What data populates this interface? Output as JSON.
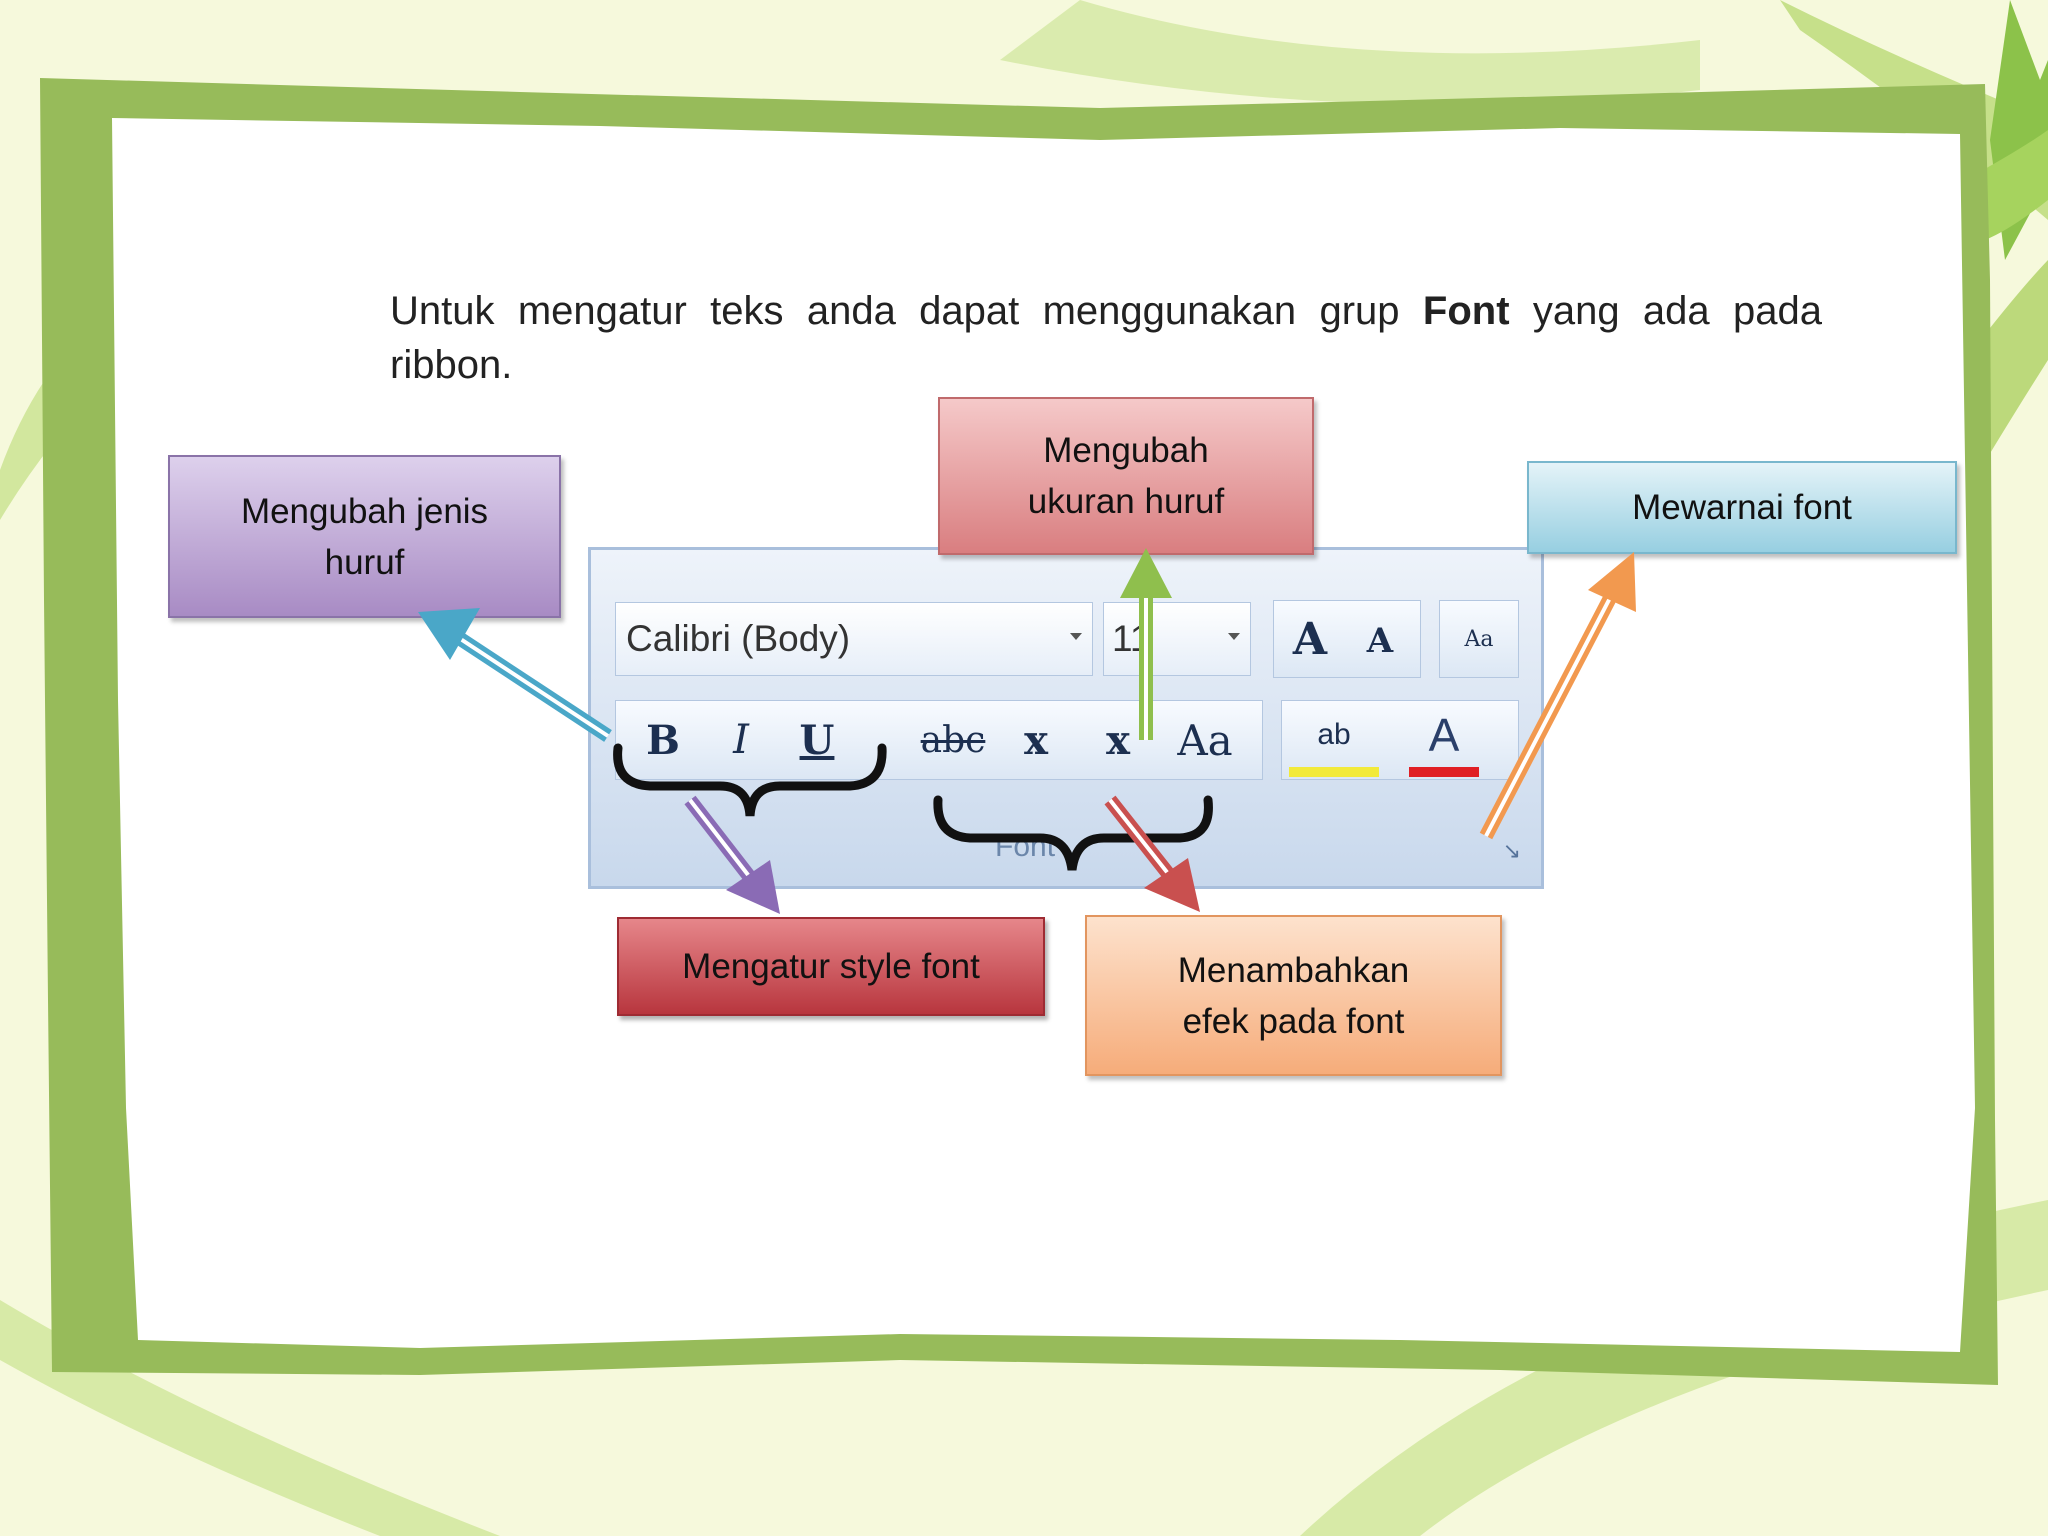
{
  "slide": {
    "intro": {
      "part1": "Untuk mengatur teks anda dapat menggunakan grup ",
      "bold": "Font",
      "part2": " yang ada pada ribbon."
    },
    "callouts": {
      "jenis_line1": "Mengubah jenis",
      "jenis_line2": "huruf",
      "ukuran_line1": "Mengubah",
      "ukuran_line2": "ukuran huruf",
      "warna": "Mewarnai font",
      "style": "Mengatur style font",
      "efek_line1": "Menambahkan",
      "efek_line2": "efek pada font"
    },
    "ribbon": {
      "font_name": "Calibri (Body)",
      "font_size": "11",
      "group_label": "Font",
      "buttons": {
        "grow": "A",
        "shrink": "A",
        "clear": "Aa",
        "bold": "B",
        "italic": "I",
        "underline": "U",
        "strike": "abc",
        "subscript": "x",
        "superscript": "x",
        "case": "Aa",
        "highlight": "ab",
        "fontcolor": "A"
      }
    }
  },
  "colors": {
    "frame_green": "#97bb5a",
    "arrow_blue": "#4aa7c8",
    "arrow_green": "#8fbf4d",
    "arrow_orange": "#f2994f",
    "arrow_purple": "#8a6bb5",
    "arrow_red": "#c9504f"
  }
}
